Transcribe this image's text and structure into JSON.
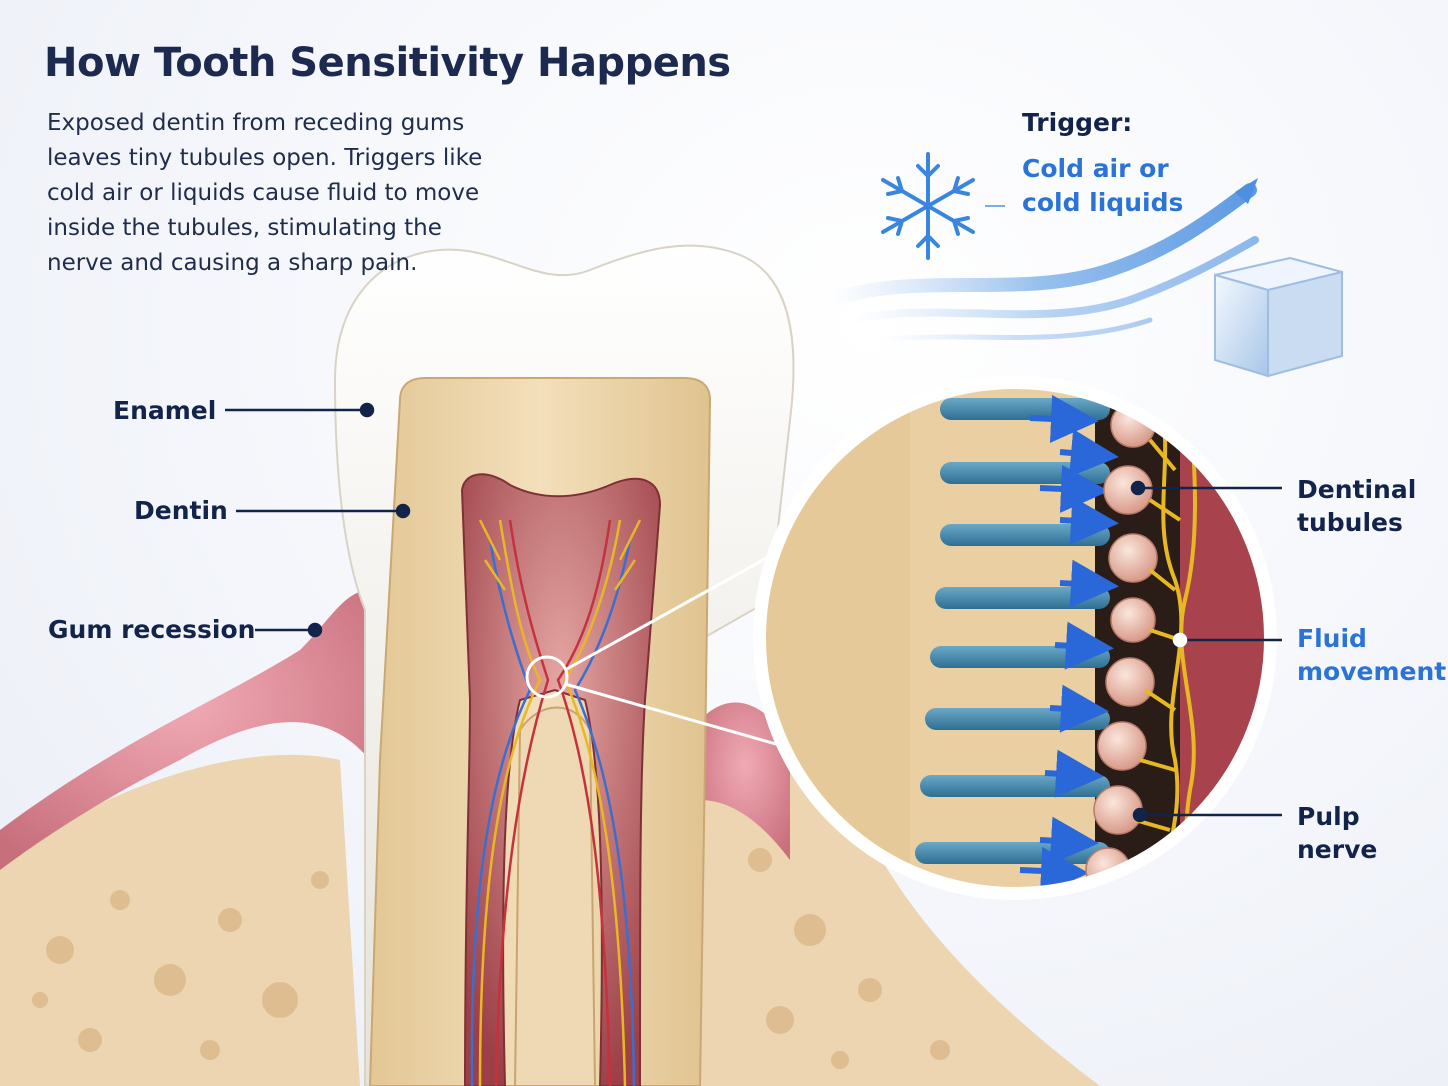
{
  "title": "How Tooth Sensitivity Happens",
  "description": "Exposed dentin from receding gums leaves tiny tubules open. Triggers like cold air or liquids cause fluid to move inside the tubules, stimulating the nerve and causing a sharp pain.",
  "trigger": {
    "heading": "Trigger:",
    "text": "Cold air or cold liquids"
  },
  "labels": {
    "enamel": "Enamel",
    "dentin": "Dentin",
    "gum_recession": "Gum recession",
    "dentinal_tubules": "Dentinal tubules",
    "fluid_movement": "Fluid movement",
    "pulp_nerve": "Pulp nerve"
  },
  "icons": [
    "snowflake-icon",
    "ice-cube-icon",
    "airflow-arrow-icon",
    "fluid-arrow-icon"
  ],
  "colors": {
    "heading": "#1b2a4e",
    "accent_blue": "#2b74d6",
    "enamel": "#f4f1ea",
    "dentin": "#e9d2a8",
    "pulp": "#b35a5f",
    "gum": "#d98a96",
    "bone": "#efd8b4",
    "nerve": "#e8b824"
  }
}
